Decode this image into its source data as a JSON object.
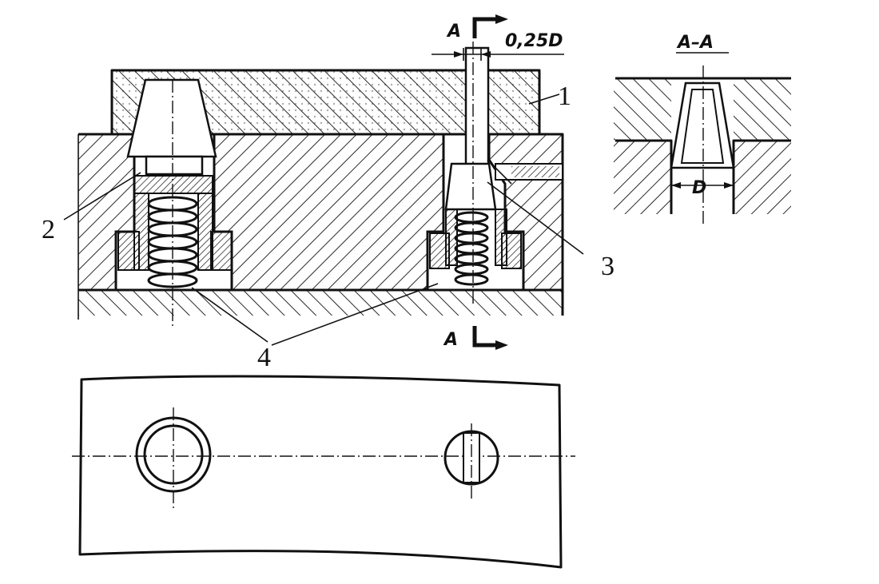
{
  "labels": {
    "part1": "1",
    "part2": "2",
    "part3": "3",
    "part4": "4",
    "section_top": "A",
    "section_bottom": "A",
    "section_view": "A–A",
    "dim_offset": "0,25D",
    "dim_diameter": "D"
  }
}
